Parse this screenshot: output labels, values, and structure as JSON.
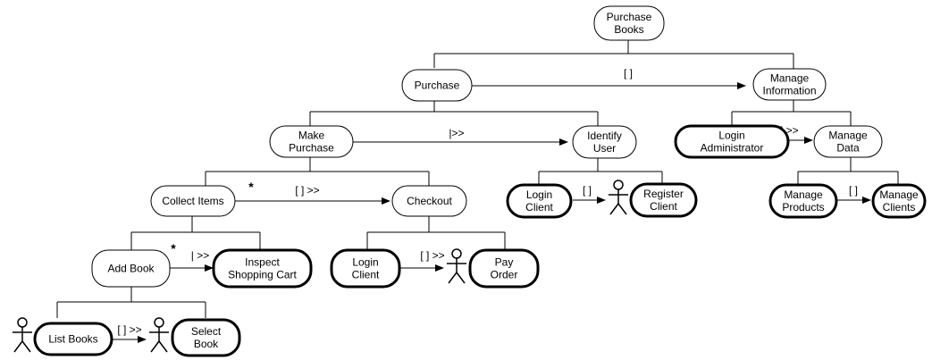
{
  "diagram": {
    "nodes": {
      "purchase_books": {
        "lines": [
          "Purchase",
          "Books"
        ],
        "bold": false
      },
      "purchase": {
        "lines": [
          "Purchase"
        ],
        "bold": false
      },
      "manage_information": {
        "lines": [
          "Manage",
          "Information"
        ],
        "bold": false
      },
      "make_purchase": {
        "lines": [
          "Make",
          "Purchase"
        ],
        "bold": false
      },
      "identify_user": {
        "lines": [
          "Identify",
          "User"
        ],
        "bold": false
      },
      "login_administrator": {
        "lines": [
          "Login",
          "Administrator"
        ],
        "bold": true
      },
      "manage_data": {
        "lines": [
          "Manage",
          "Data"
        ],
        "bold": false
      },
      "collect_items": {
        "lines": [
          "Collect Items"
        ],
        "bold": false
      },
      "checkout": {
        "lines": [
          "Checkout"
        ],
        "bold": false
      },
      "login_client_1": {
        "lines": [
          "Login",
          "Client"
        ],
        "bold": true
      },
      "register_client": {
        "lines": [
          "Register",
          "Client"
        ],
        "bold": true
      },
      "manage_products": {
        "lines": [
          "Manage",
          "Products"
        ],
        "bold": true
      },
      "manage_clients": {
        "lines": [
          "Manage",
          "Clients"
        ],
        "bold": true
      },
      "add_book": {
        "lines": [
          "Add Book"
        ],
        "bold": false
      },
      "inspect_shopping_cart": {
        "lines": [
          "Inspect",
          "Shopping Cart"
        ],
        "bold": true
      },
      "login_client_2": {
        "lines": [
          "Login",
          "Client"
        ],
        "bold": true
      },
      "pay_order": {
        "lines": [
          "Pay",
          "Order"
        ],
        "bold": true
      },
      "list_books": {
        "lines": [
          "List Books"
        ],
        "bold": true
      },
      "select_book": {
        "lines": [
          "Select",
          "Book"
        ],
        "bold": true
      }
    },
    "operators": {
      "op_purchase_manage": "[ ]",
      "op_make_identify": "|>>",
      "op_login_admin_manage_data": "[ ] >>",
      "op_collect_checkout": "[ ] >>",
      "op_star_collect": "*",
      "op_login_register": "[ ]",
      "op_products_clients": "[ ]",
      "op_add_inspect": "| >>",
      "op_star_add": "*",
      "op_login_pay": "[ ] >>",
      "op_list_select": "[ ] >>"
    }
  }
}
